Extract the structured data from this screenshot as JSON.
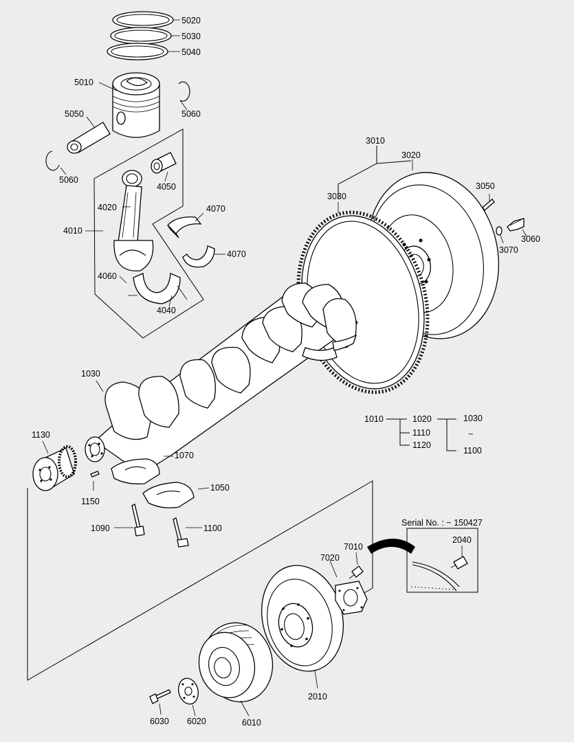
{
  "diagram": {
    "serial_note": "Serial No. : ~ 150427",
    "tilde": "~",
    "labels": {
      "p5020": "5020",
      "p5030": "5030",
      "p5040": "5040",
      "p5010": "5010",
      "p5060a": "5060",
      "p5050": "5050",
      "p5060b": "5060",
      "p4050": "4050",
      "p4020": "4020",
      "p4010": "4010",
      "p4070a": "4070",
      "p4070b": "4070",
      "p4060": "4060",
      "p4040": "4040",
      "p3010": "3010",
      "p3020": "3020",
      "p3030": "3030",
      "p3050": "3050",
      "p3060": "3060",
      "p3070": "3070",
      "p1030": "1030",
      "p1130": "1130",
      "p1070": "1070",
      "p1150": "1150",
      "p1050": "1050",
      "p1090": "1090",
      "p1100": "1100",
      "t1010": "1010",
      "t1020": "1020",
      "t1030": "1030",
      "t1110": "1110",
      "t1120": "1120",
      "t1100": "1100",
      "p2040": "2040",
      "p7010": "7010",
      "p7020": "7020",
      "p2010": "2010",
      "p6030": "6030",
      "p6020": "6020",
      "p6010": "6010"
    }
  }
}
